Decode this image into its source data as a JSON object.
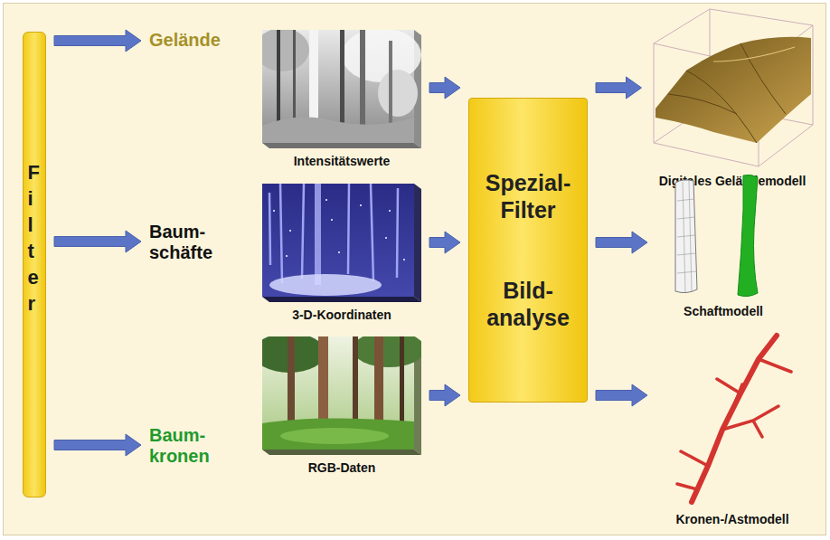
{
  "diagram": {
    "nodes": [
      {
        "text": [
          "Filter"
        ]
      },
      {
        "text": [
          "Gelände"
        ]
      },
      {
        "text": [
          "Baum- schäfte"
        ]
      },
      {
        "text": [
          "Baum- kronen"
        ]
      },
      {
        "text": [
          "Intensitätswerte"
        ]
      },
      {
        "text": [
          "3-D-Koordinaten"
        ]
      },
      {
        "text": [
          "RGB-Daten"
        ]
      },
      {
        "text": [
          "Spezial- Filter",
          "Bild- analyse"
        ]
      },
      {
        "text": [
          "Digitales Geländemodell"
        ]
      },
      {
        "text": [
          "Schaftmodell"
        ]
      },
      {
        "text": [
          "Kronen-/Astmodell"
        ]
      }
    ],
    "edges": [
      {
        "from": 0,
        "to": 1,
        "arrow": "to"
      },
      {
        "from": 0,
        "to": 2,
        "arrow": "to"
      },
      {
        "from": 0,
        "to": 3,
        "arrow": "to"
      },
      {
        "from": 4,
        "to": 7,
        "arrow": "to"
      },
      {
        "from": 5,
        "to": 7,
        "arrow": "to"
      },
      {
        "from": 6,
        "to": 7,
        "arrow": "to"
      },
      {
        "from": 7,
        "to": 8,
        "arrow": "to"
      },
      {
        "from": 7,
        "to": 9,
        "arrow": "to"
      },
      {
        "from": 7,
        "to": 10,
        "arrow": "to"
      }
    ]
  }
}
